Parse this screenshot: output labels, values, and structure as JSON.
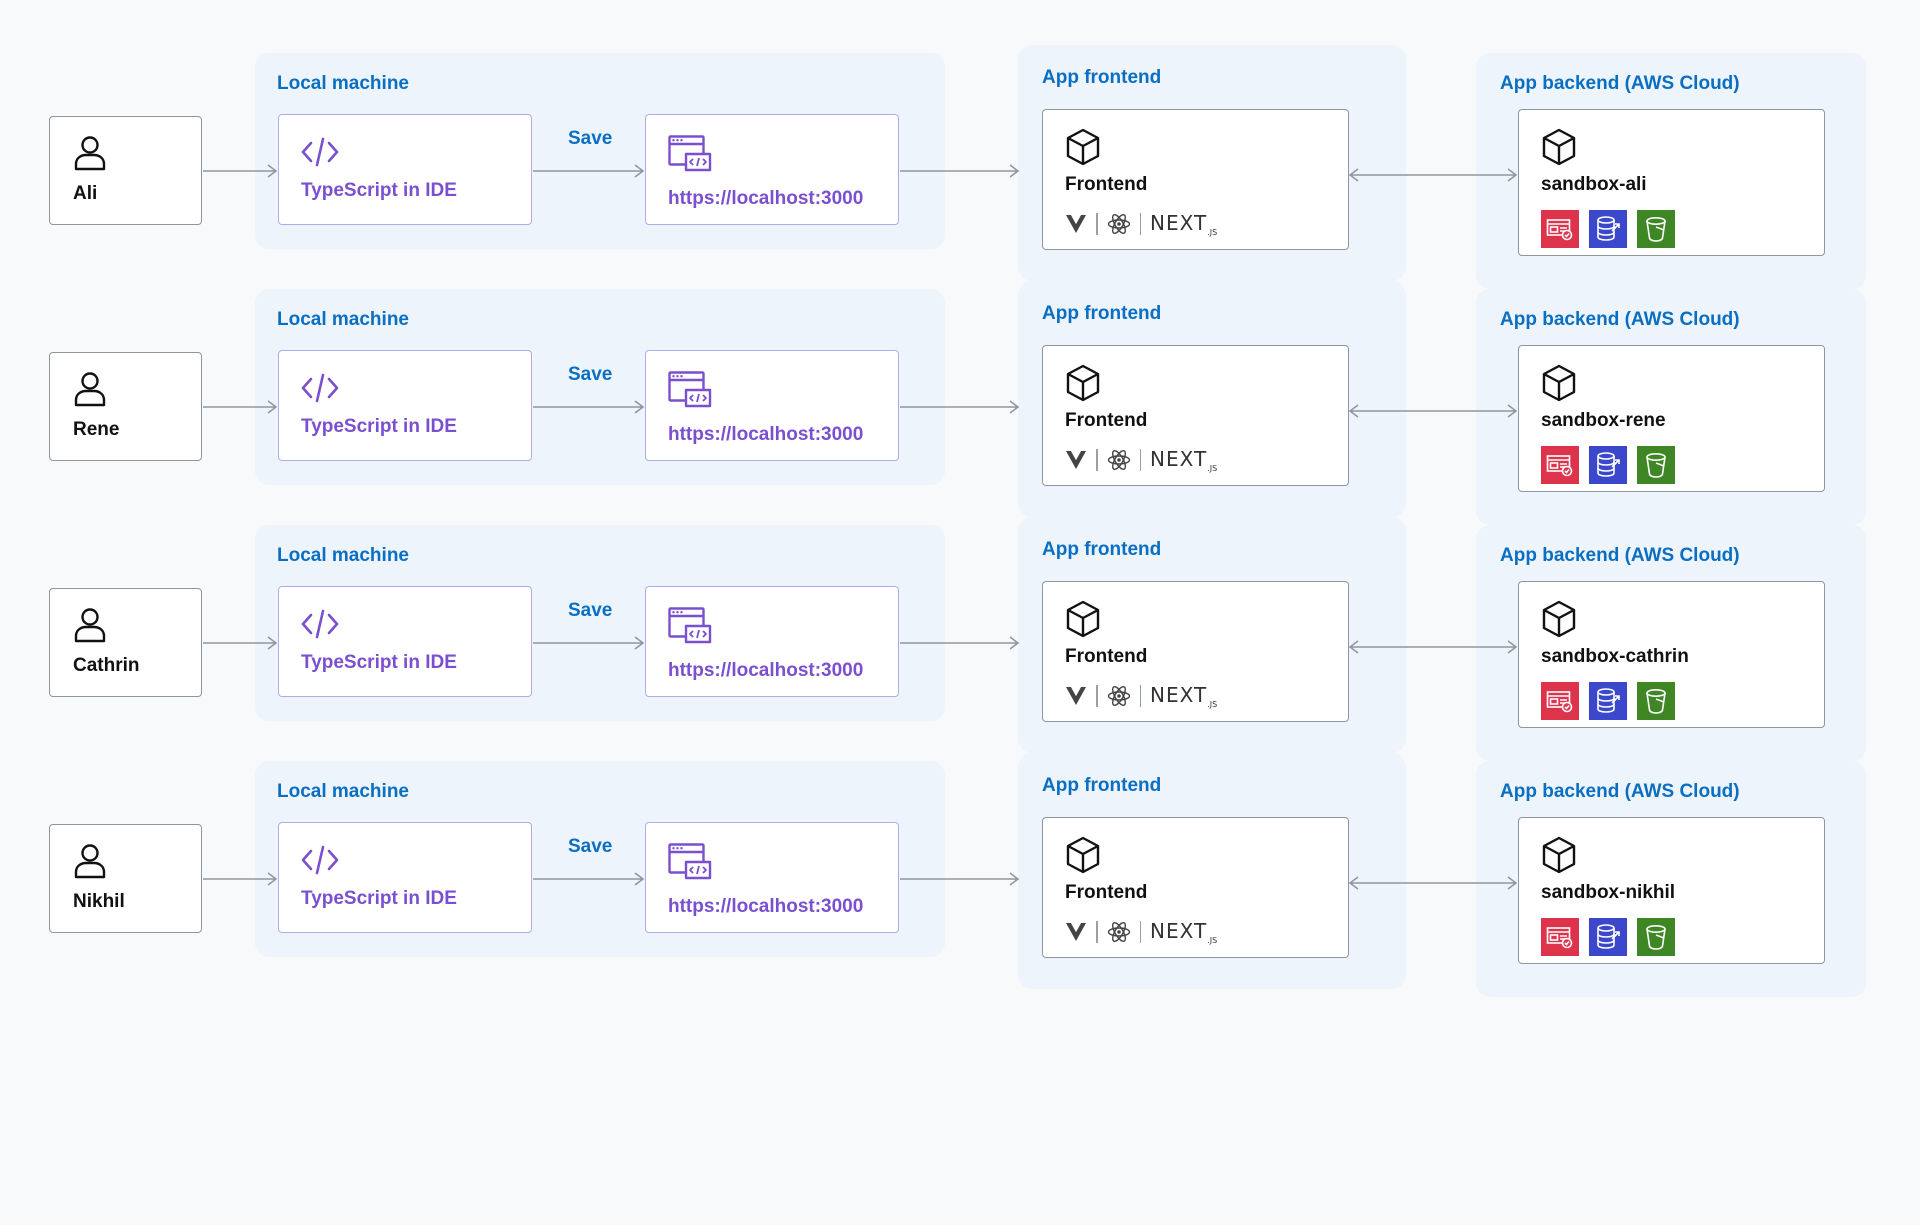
{
  "labels": {
    "local_group": "Local machine",
    "frontend_group": "App frontend",
    "backend_group": "App backend (AWS Cloud)",
    "ide_box": "TypeScript in IDE",
    "save_edge": "Save",
    "localhost_box": "https://localhost:3000",
    "frontend_box": "Frontend",
    "nextjs_logo": "NEXT"
  },
  "rows": [
    {
      "user": "Ali",
      "sandbox": "sandbox-ali"
    },
    {
      "user": "Rene",
      "sandbox": "sandbox-rene"
    },
    {
      "user": "Cathrin",
      "sandbox": "sandbox-cathrin"
    },
    {
      "user": "Nikhil",
      "sandbox": "sandbox-nikhil"
    }
  ],
  "icons": {
    "user": "user-icon",
    "ide": "code-icon",
    "localhost": "browser-window-icon",
    "frontend": "cube-icon",
    "backend": "cube-icon",
    "frameworks": [
      "vue-icon",
      "react-icon",
      "nextjs-logo"
    ],
    "services": [
      "auth-service-icon",
      "database-service-icon",
      "storage-bucket-icon"
    ]
  },
  "colors": {
    "group_title": "#0a6fc2",
    "local_text": "#7a4fd0",
    "auth_service": "#dd344c",
    "database_service": "#3b48cc",
    "storage_service": "#3f8624"
  }
}
